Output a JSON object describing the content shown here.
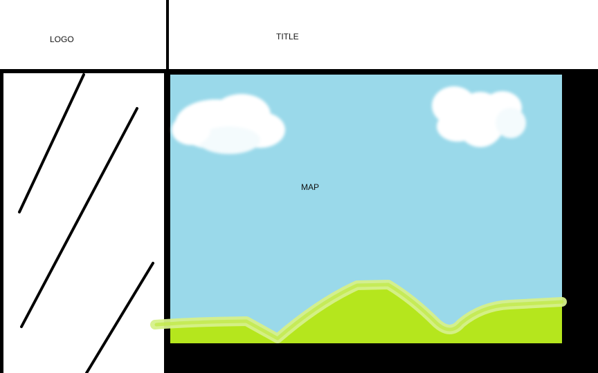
{
  "header": {
    "logo_label": "LOGO",
    "title_label": "TITLE"
  },
  "main": {
    "map_label": "MAP"
  },
  "colors": {
    "sky": "#9ad9ea",
    "grass": "#b5e61d",
    "grass_highlight": "#d6f08a",
    "cloud": "#ffffff",
    "frame": "#000000"
  },
  "icons": [
    "cloud-icon",
    "hills-icon",
    "sidebar-hatch-icon"
  ]
}
